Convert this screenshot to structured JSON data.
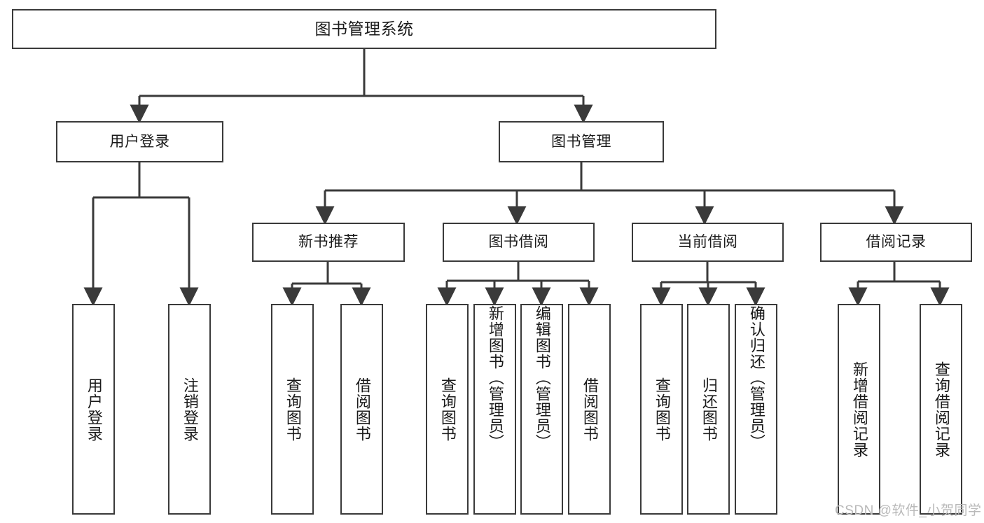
{
  "diagram": {
    "type": "tree",
    "title": "图书管理系统",
    "root": {
      "label": "图书管理系统"
    },
    "level1": [
      {
        "label": "用户登录"
      },
      {
        "label": "图书管理"
      }
    ],
    "level2": [
      {
        "label": "新书推荐"
      },
      {
        "label": "图书借阅"
      },
      {
        "label": "当前借阅"
      },
      {
        "label": "借阅记录"
      }
    ],
    "leaves": {
      "user_login": [
        {
          "label": "用户登录"
        },
        {
          "label": "注销登录"
        }
      ],
      "new_book": [
        {
          "label": "查询图书"
        },
        {
          "label": "借阅图书"
        }
      ],
      "book_borrow": [
        {
          "label": "查询图书"
        },
        {
          "label": "新增图书（管理员）"
        },
        {
          "label": "编辑图书（管理员）"
        },
        {
          "label": "借阅图书"
        }
      ],
      "current_borrow": [
        {
          "label": "查询图书"
        },
        {
          "label": "归还图书"
        },
        {
          "label": "确认归还（管理员）"
        }
      ],
      "borrow_record": [
        {
          "label": "新增借阅记录"
        },
        {
          "label": "查询借阅记录"
        }
      ]
    }
  },
  "watermark": {
    "text": "CSDN @软件_小贺同学"
  },
  "colors": {
    "stroke": "#3a3a3a",
    "text": "#1a1a1a",
    "background": "#ffffff",
    "watermark": "#b9b9b9"
  }
}
